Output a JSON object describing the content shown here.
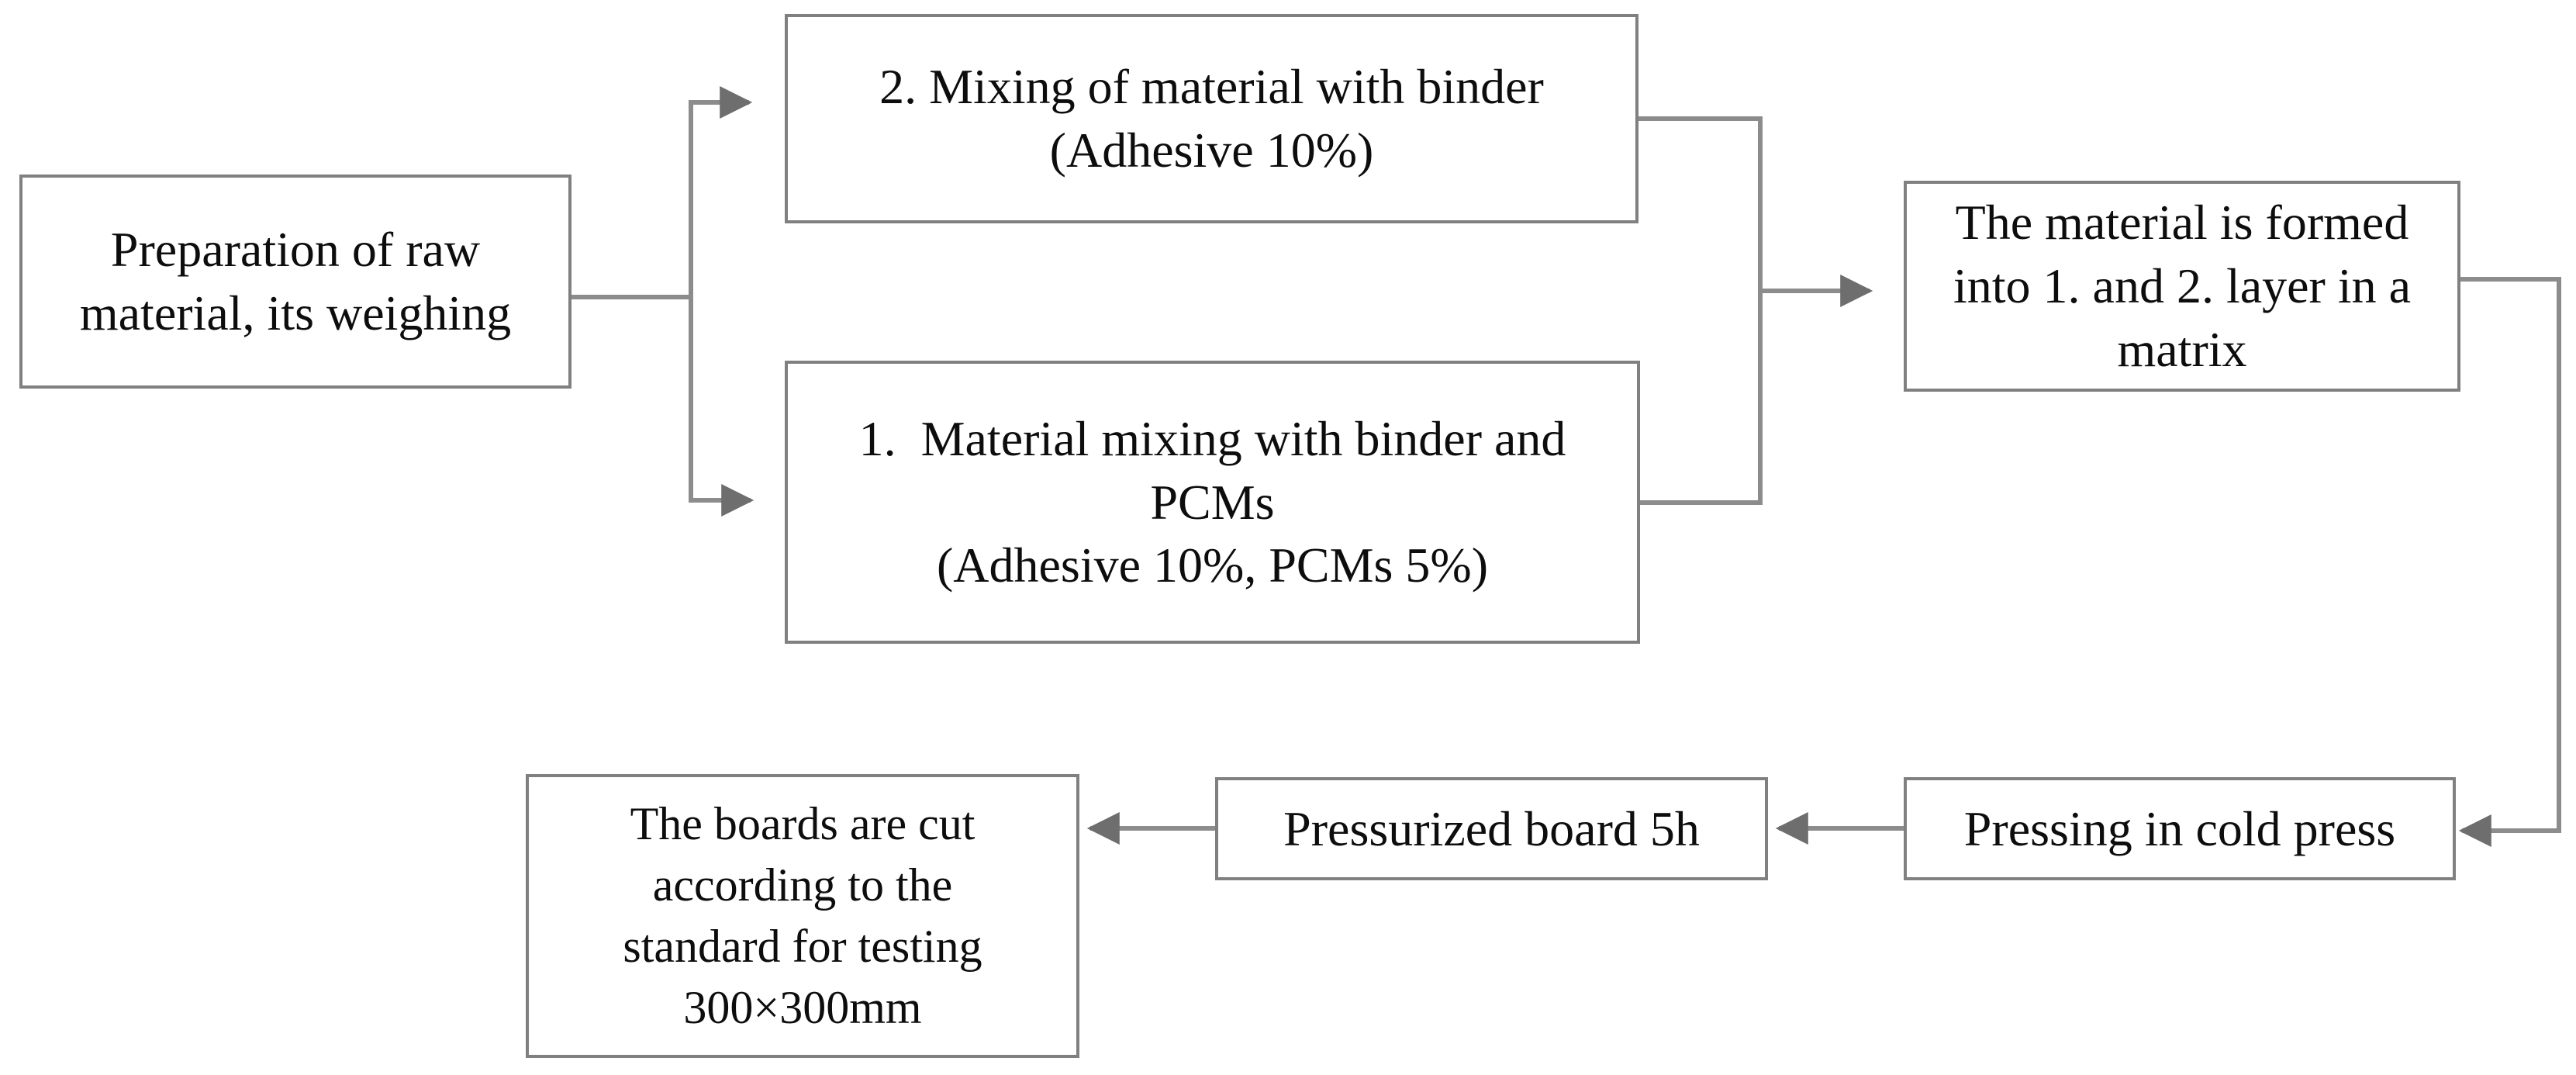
{
  "colors": {
    "bg": "#ffffff",
    "box_fill": "#ffffff",
    "box_border": "#808080",
    "wire": "#8c8c8c",
    "arrow": "#6e6e6e",
    "text": "#0d0d0d"
  },
  "boxes": [
    {
      "id": "preparation",
      "lines": [
        "Preparation of raw",
        "material, its weighing"
      ]
    },
    {
      "id": "mixing-with-binder",
      "lines": [
        "2. Mixing of material with binder",
        "(Adhesive 10%)"
      ]
    },
    {
      "id": "mixing-with-binder-and-pcms",
      "lines": [
        "1.  Material mixing with binder and",
        "PCMs",
        "(Adhesive 10%, PCMs 5%)"
      ]
    },
    {
      "id": "forming-in-matrix",
      "lines": [
        "The material is formed",
        "into 1. and 2. layer in a",
        "matrix"
      ]
    },
    {
      "id": "pressing-cold-press",
      "lines": [
        "Pressing in cold press"
      ]
    },
    {
      "id": "pressurized-board",
      "lines": [
        "Pressurized board 5h"
      ]
    },
    {
      "id": "boards-cut",
      "lines": [
        "The boards are cut",
        "according to the",
        "standard for testing",
        "300×300mm"
      ]
    }
  ]
}
